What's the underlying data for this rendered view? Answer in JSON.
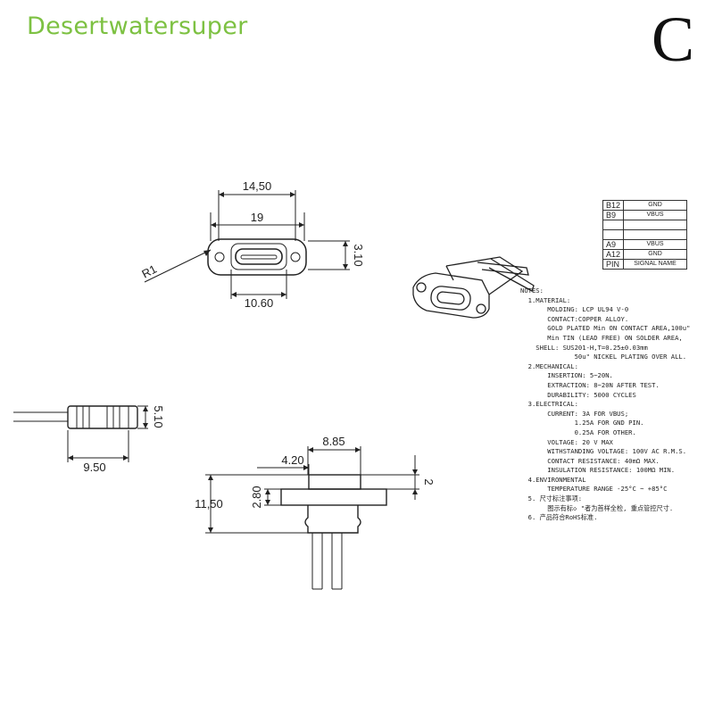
{
  "brand": {
    "name": "Desertwatersuper",
    "variant": "C"
  },
  "dimensions": {
    "top_width": "14,50",
    "hole_spacing": "19",
    "height_right": "3.10",
    "radius": "R1",
    "port_width": "10.60",
    "side_height": "5.10",
    "side_length": "9.50",
    "front_offset": "8.85",
    "front_inner": "4.20",
    "front_total": "11,50",
    "front_flange": "2.80",
    "front_thickness": "2"
  },
  "pin_table": {
    "rows": [
      {
        "pin": "B12",
        "signal": "GND"
      },
      {
        "pin": "B9",
        "signal": "VBUS"
      },
      {
        "pin": "",
        "signal": ""
      },
      {
        "pin": "",
        "signal": ""
      },
      {
        "pin": "A9",
        "signal": "VBUS"
      },
      {
        "pin": "A12",
        "signal": "GND"
      },
      {
        "pin": "PIN",
        "signal": "SIGNAL NAME"
      }
    ]
  },
  "notes": [
    "NOTES:",
    "  1.MATERIAL:",
    "       MOLDING: LCP UL94 V-0",
    "       CONTACT:COPPER ALLOY.",
    "       GOLD PLATED Min ON CONTACT AREA,100u\"",
    "       Min TIN (LEAD FREE) ON SOLDER AREA,",
    "    SHELL: SUS201-H,T=0.25±0.03mm",
    "              50u\" NICKEL PLATING OVER ALL.",
    "  2.MECHANICAL:",
    "       INSERTION: 5~20N.",
    "       EXTRACTION: 8~20N AFTER TEST.",
    "       DURABILITY: 5000 CYCLES",
    "  3.ELECTRICAL:",
    "       CURRENT: 3A FOR VBUS;",
    "              1.25A FOR GND PIN.",
    "              0.25A FOR OTHER.",
    "       VOLTAGE: 20 V MAX",
    "       WITHSTANDING VOLTAGE: 100V AC R.M.S.",
    "       CONTACT RESISTANCE: 40mΩ MAX.",
    "       INSULATION RESISTANCE: 100MΩ MIN.",
    "  4.ENVIRONMENTAL",
    "       TEMPERATURE RANGE -25°C ~ +85°C",
    "  5. 尺寸标注事项:",
    "       图示有标◇ \"者为首样全检, 重点管控尺寸.",
    "  6. 产品符合RoHS标准."
  ]
}
